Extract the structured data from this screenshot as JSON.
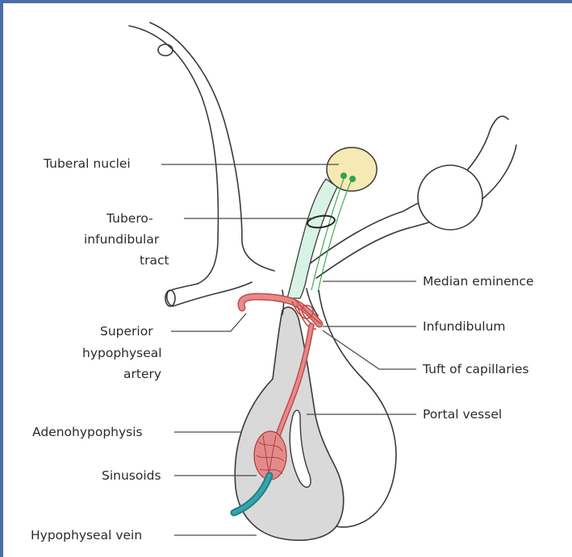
{
  "labels": {
    "tuberal_nuclei": "Tuberal nuclei",
    "tubero_line1": "Tubero-",
    "tubero_line2": "infundibular",
    "tubero_line3": "tract",
    "median_eminence": "Median eminence",
    "infundibulum": "Infundibulum",
    "superior_line1": "Superior",
    "superior_line2": "hypophyseal",
    "superior_line3": "artery",
    "tuft_of_capillaries": "Tuft of capillaries",
    "portal_vessel": "Portal vessel",
    "adenohypophysis": "Adenohypophysis",
    "sinusoids": "Sinusoids",
    "hypophyseal_vein": "Hypophyseal vein"
  },
  "colors": {
    "frame": "#4a6da7",
    "tract": "#d8f3e6",
    "nucleus": "#f6e9b4",
    "artery": "#e58a8a",
    "gland": "#d9d9d9",
    "vein": "#1f7f86",
    "neuron_dot": "#2fa34a"
  }
}
